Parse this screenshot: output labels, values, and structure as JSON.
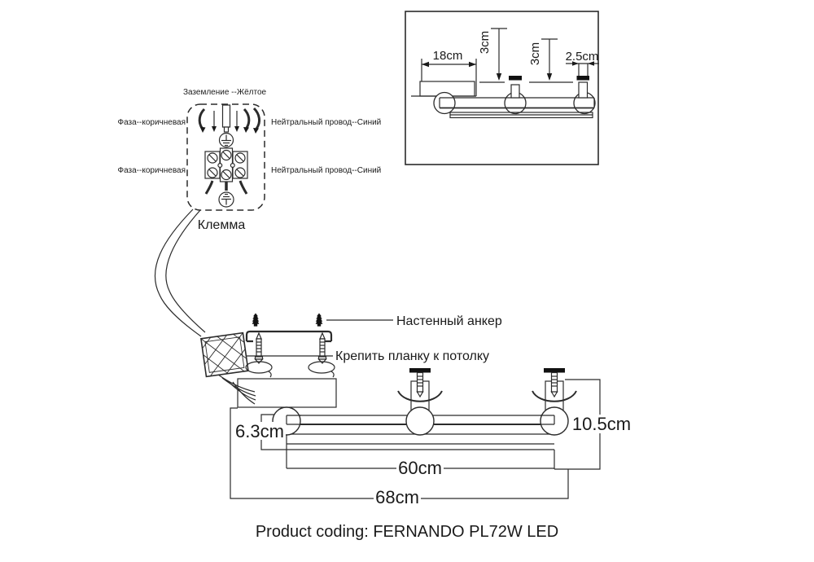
{
  "inset": {
    "dim_18": "18cm",
    "dim_3_left": "3cm",
    "dim_3_right": "3cm",
    "dim_2_5": "2.5cm"
  },
  "terminal": {
    "ground_label": "Заземление --Жёлтое",
    "phase_label_top": "Фаза--коричневая",
    "phase_label_bottom": "Фаза--коричневая",
    "neutral_label_top": "Нейтральный провод--Синий",
    "neutral_label_bottom": "Нейтральный провод--Синий",
    "title": "Клемма"
  },
  "mounting": {
    "anchor_label": "Настенный анкер",
    "plank_label": "Крепить планку к потолку"
  },
  "front_view": {
    "dim_body_height": "6.3cm",
    "dim_total_height": "10.5cm",
    "dim_inner_width": "60cm",
    "dim_total_width": "68cm"
  },
  "footer": {
    "product_code": "Product coding: FERNANDO PL72W LED"
  },
  "colors": {
    "line": "#2b2b2b",
    "text": "#1a1a1a",
    "background": "#ffffff"
  }
}
